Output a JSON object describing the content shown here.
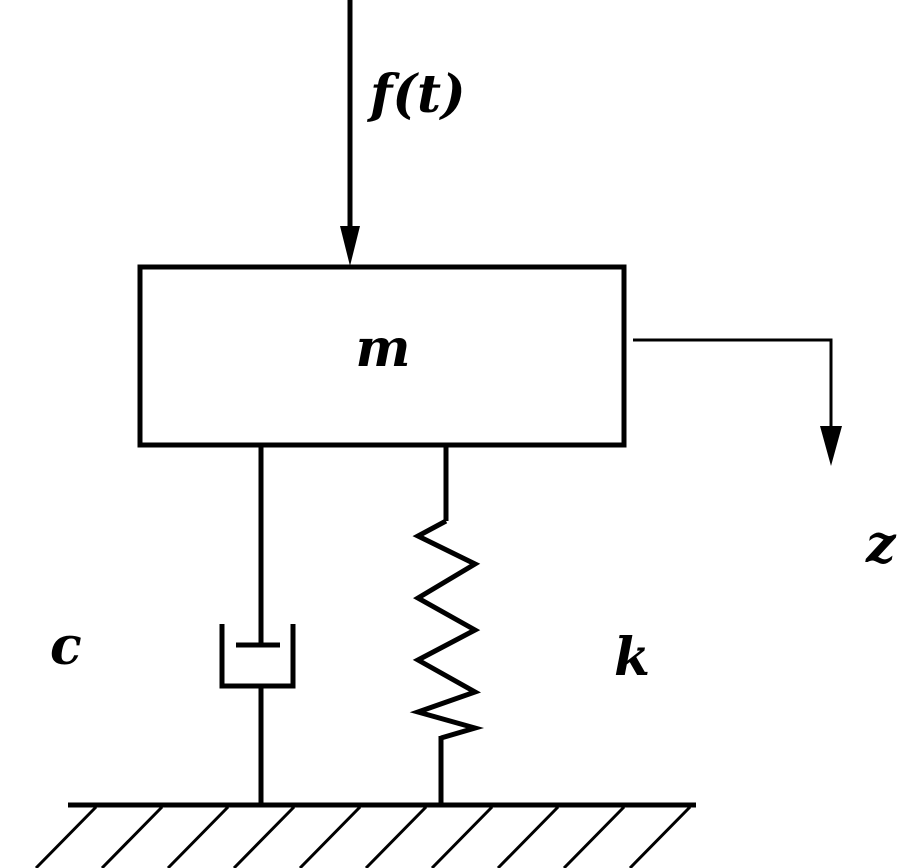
{
  "diagram": {
    "force_label": "f(t)",
    "mass_label": "m",
    "displacement_label": "z",
    "damper_label": "c",
    "spring_label": "k"
  },
  "colors": {
    "stroke": "#000000",
    "background": "#ffffff"
  }
}
